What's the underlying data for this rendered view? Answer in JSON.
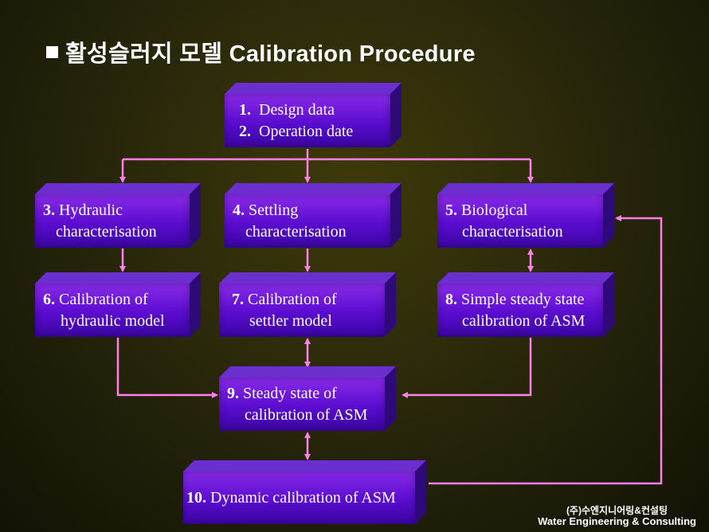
{
  "title": "활성슬러지 모델 Calibration Procedure",
  "nodes": {
    "n1": {
      "l1_num": "1.",
      "l1_text": "Design data",
      "l2_num": "2.",
      "l2_text": "Operation date"
    },
    "n3": {
      "num": "3.",
      "l1": "Hydraulic",
      "l2": "characterisation"
    },
    "n4": {
      "num": "4.",
      "l1": "Settling",
      "l2": "characterisation"
    },
    "n5": {
      "num": "5.",
      "l1": "Biological",
      "l2": "characterisation"
    },
    "n6": {
      "num": "6.",
      "l1": "Calibration of",
      "l2": "hydraulic model"
    },
    "n7": {
      "num": "7.",
      "l1": "Calibration of",
      "l2": "settler model"
    },
    "n8": {
      "num": "8.",
      "l1": "Simple steady state",
      "l2": "calibration of ASM"
    },
    "n9": {
      "num": "9.",
      "l1": "Steady state of",
      "l2": "calibration of ASM"
    },
    "n10": {
      "num": "10.",
      "l1": "Dynamic calibration of ASM"
    }
  },
  "footer": {
    "korean": "(주)수엔지니어링&컨설팅",
    "english": "Water Engineering & Consulting"
  },
  "colors": {
    "connector": "#ff80e8",
    "box": "#5a0ccf",
    "text": "#ffffff"
  }
}
